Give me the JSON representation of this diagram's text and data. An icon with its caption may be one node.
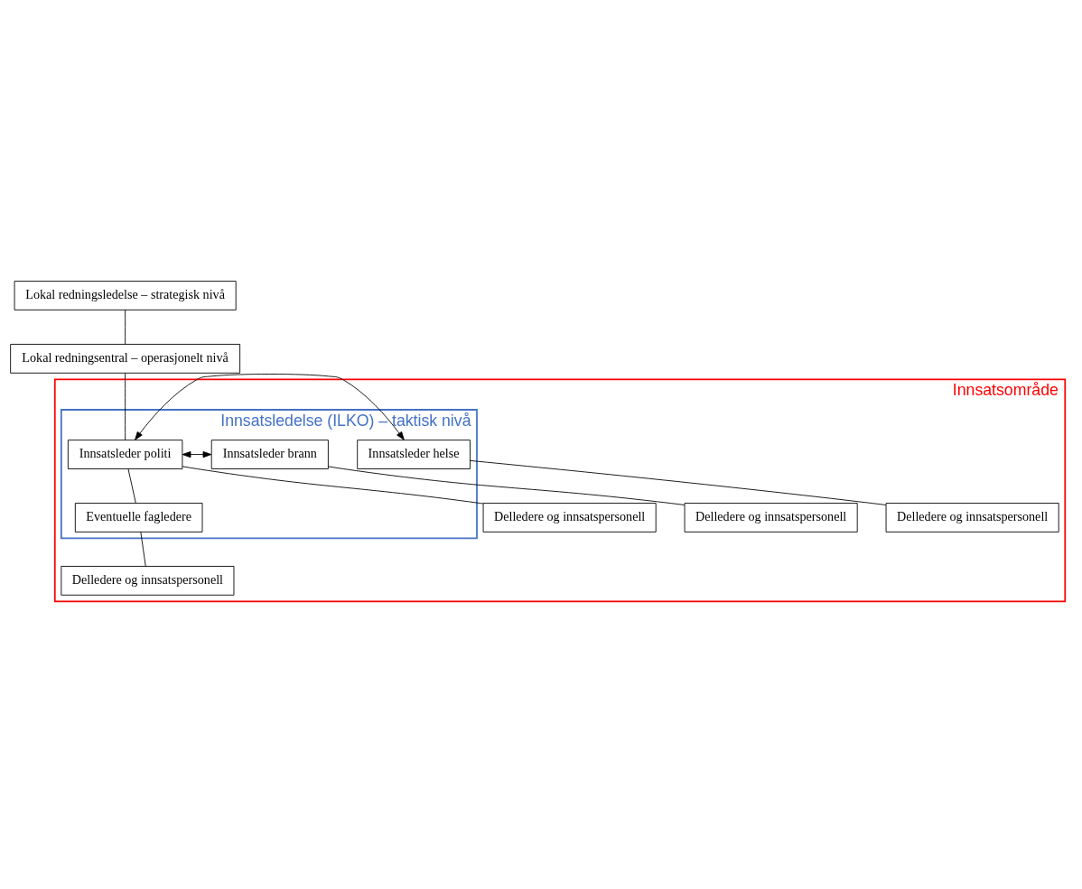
{
  "diagram": {
    "nodes": [
      {
        "text": [
          "Lokal redningsledelse – strategisk nivå"
        ]
      },
      {
        "text": [
          "Lokal redningsentral – operasjonelt nivå"
        ]
      },
      {
        "text": [
          "Innsatsområde"
        ]
      },
      {
        "text": [
          "Innsatsledelse (ILKO) – taktisk nivå"
        ],
        "in": 2
      },
      {
        "text": [
          "Innsatsleder brann"
        ],
        "in": 3
      },
      {
        "text": [
          "Innsatsleder politi"
        ],
        "in": 3
      },
      {
        "text": [
          "Innsatsleder helse"
        ],
        "in": 3
      },
      {
        "text": [
          "Eventuelle fagledere"
        ],
        "in": 3
      },
      {
        "text": [
          "Delledere og innsatspersonell"
        ],
        "in": 2
      },
      {
        "text": [
          "Delledere og innsatspersonell"
        ],
        "in": 2
      },
      {
        "text": [
          "Delledere og innsatspersonell"
        ],
        "in": 2
      },
      {
        "text": [
          "Delledere og innsatspersonell"
        ],
        "in": 2
      }
    ],
    "edges": [
      {
        "from": 0,
        "to": 1,
        "arrow": "none"
      },
      {
        "from": 1,
        "to": 5,
        "arrow": "none"
      },
      {
        "from": 4,
        "to": 5,
        "arrow": "both"
      },
      {
        "from": 5,
        "to": 6,
        "arrow": "both"
      },
      {
        "from": 5,
        "to": 7,
        "arrow": "none"
      },
      {
        "from": 4,
        "to": 8,
        "arrow": "none"
      },
      {
        "from": 5,
        "to": 9,
        "arrow": "none"
      },
      {
        "from": 6,
        "to": 10,
        "arrow": "none"
      },
      {
        "from": 7,
        "to": 11,
        "arrow": "none"
      }
    ]
  }
}
